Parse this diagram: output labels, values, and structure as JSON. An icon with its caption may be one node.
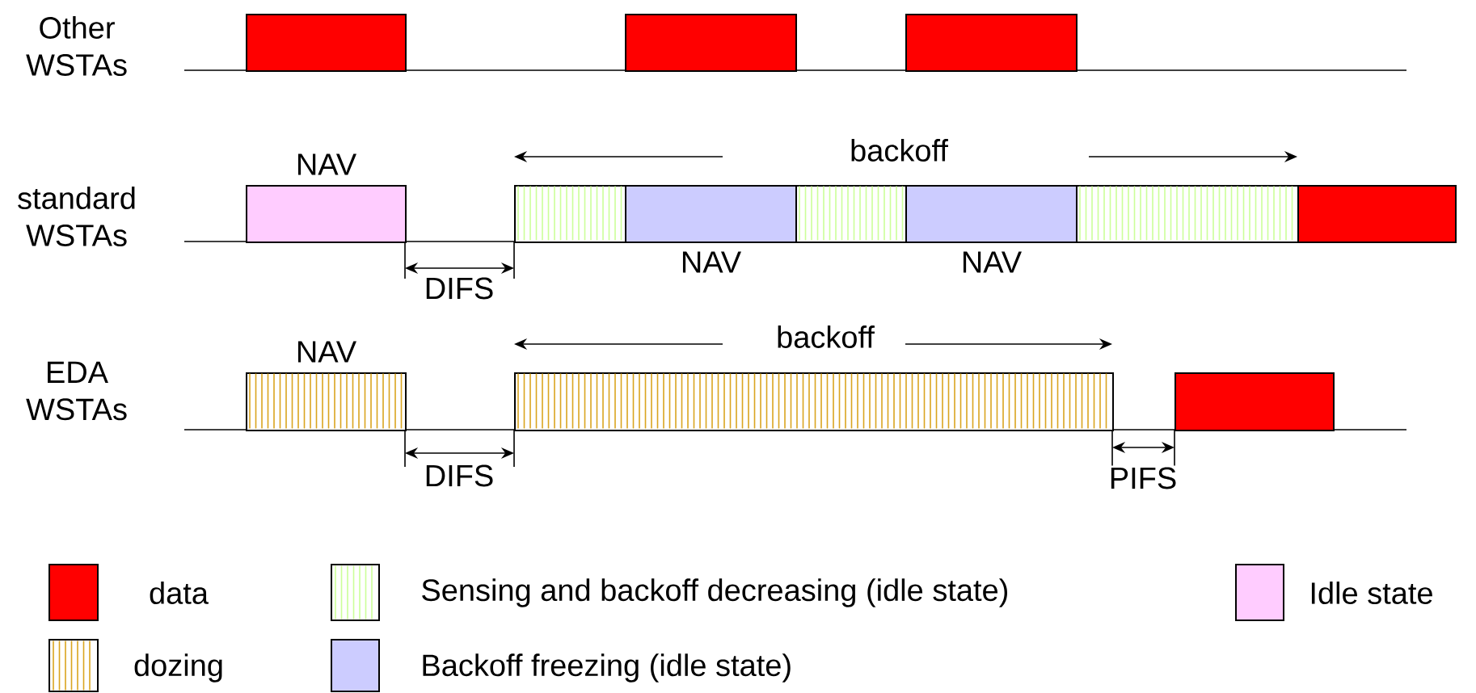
{
  "diagram": {
    "nodes": [
      {
        "text": [],
        "shape": "box"
      },
      {
        "text": [],
        "shape": "box"
      },
      {
        "text": [],
        "shape": "box"
      },
      {
        "text": [],
        "shape": "box",
        "beside": [
          "NAV"
        ]
      },
      {
        "text": [],
        "shape": "box"
      },
      {
        "text": [],
        "shape": "box",
        "beside": [
          "NAV"
        ]
      },
      {
        "text": [],
        "shape": "box"
      },
      {
        "text": [],
        "shape": "box",
        "beside": [
          "NAV"
        ]
      },
      {
        "text": [],
        "shape": "box"
      },
      {
        "text": [],
        "shape": "box"
      },
      {
        "text": [],
        "shape": "box",
        "beside": [
          "NAV"
        ]
      },
      {
        "text": [],
        "shape": "box"
      },
      {
        "text": [],
        "shape": "box"
      }
    ],
    "labels": [
      "Other WSTAs",
      "backoff",
      "standard WSTAs",
      "DIFS",
      "backoff",
      "EDA WSTAs",
      "DIFS",
      "PIFS"
    ],
    "legend": [
      {
        "text": "data",
        "color": "#ff0000"
      },
      {
        "text": "Sensing and backoff decreasing (idle state)"
      },
      {
        "text": "Idle state",
        "color": "#ffccff"
      },
      {
        "text": "dozing"
      },
      {
        "text": "Backoff freezing (idle state)",
        "color": "#ccccff"
      }
    ]
  }
}
